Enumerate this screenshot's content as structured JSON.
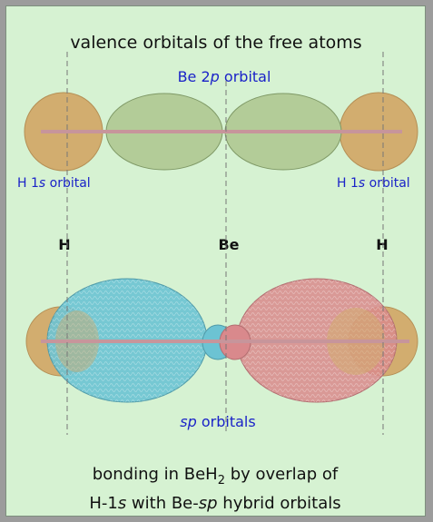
{
  "diagram": {
    "title": "valence orbitals of the free atoms",
    "be_2p_label": {
      "prefix": "Be 2",
      "italic": "p",
      "suffix": " orbital"
    },
    "h1s_left_label": {
      "prefix": "H 1",
      "italic": "s",
      "suffix": " orbital"
    },
    "h1s_right_label": {
      "prefix": "H 1",
      "italic": "s",
      "suffix": " orbital"
    },
    "atom_h_left": "H",
    "atom_be": "Be",
    "atom_h_right": "H",
    "sp_label": {
      "italic": "sp",
      "suffix": " orbitals"
    },
    "caption_line1": {
      "prefix": "bonding in BeH",
      "subscript": "2",
      "suffix": " by overlap of"
    },
    "caption_line2": {
      "prefix": "H-1",
      "italic": "s",
      "middle": " with Be-",
      "italic2": "sp",
      "suffix": " hybrid orbitals"
    }
  },
  "colors": {
    "panel_background": "#d6f2d2",
    "h_orbital": "#d2ad6f",
    "be_p_orbital": "#b3cc98",
    "sp_blue_lobe": "#6cc3d3",
    "sp_red_lobe": "#d9898c",
    "bond_axis": "#c7959b",
    "label_blue": "#1a22c8"
  }
}
